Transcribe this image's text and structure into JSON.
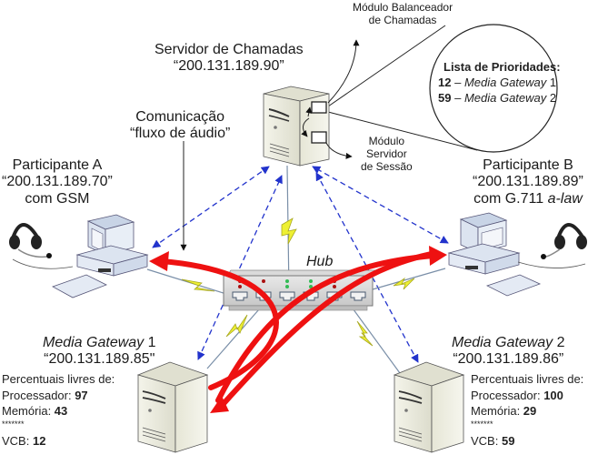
{
  "call_server": {
    "title": "Servidor de Chamadas",
    "ip": "“200.131.189.90”",
    "balancer_module": [
      "Módulo Balanceador",
      "de Chamadas"
    ],
    "session_module": [
      "Módulo",
      "Servidor",
      "de Sessão"
    ]
  },
  "priority_list": {
    "title": "Lista de Prioridades:",
    "entries": [
      {
        "value": "12",
        "sep": " – ",
        "name": "Media Gateway",
        "num": " 1"
      },
      {
        "value": "59",
        "sep": " – ",
        "name": "Media Gateway",
        "num": " 2"
      }
    ]
  },
  "communication": {
    "line1": "Comunicação",
    "line2": "“fluxo de áudio”"
  },
  "participant_a": {
    "title": "Participante A",
    "ip": "“200.131.189.70”",
    "codec": "com GSM"
  },
  "participant_b": {
    "title": "Participante B",
    "ip": "“200.131.189.89”",
    "codec_prefix": "com G.711 ",
    "codec_italic": "a-law"
  },
  "hub": {
    "label": "Hub"
  },
  "gateway_1": {
    "name": "Media Gateway",
    "num": " 1",
    "ip": "“200.131.189.85\"",
    "stats_title": "Percentuais livres de:",
    "processor_label": "Processador: ",
    "processor_value": "97",
    "memory_label": "Memória: ",
    "memory_value": "43",
    "separator": "*******",
    "vcb_label": "VCB: ",
    "vcb_value": "12"
  },
  "gateway_2": {
    "name": "Media Gateway",
    "num": " 2",
    "ip": "“200.131.189.86”",
    "stats_title": "Percentuais livres de:",
    "processor_label": "Processador: ",
    "processor_value": "100",
    "memory_label": "Memória: ",
    "memory_value": "29",
    "separator": "*******",
    "vcb_label": "VCB: ",
    "vcb_value": "59"
  },
  "colors": {
    "signaling": "#2233cc",
    "audio_flow": "#ee1111",
    "wireless": "#e8ee22",
    "server_body": "#eeeedd"
  }
}
